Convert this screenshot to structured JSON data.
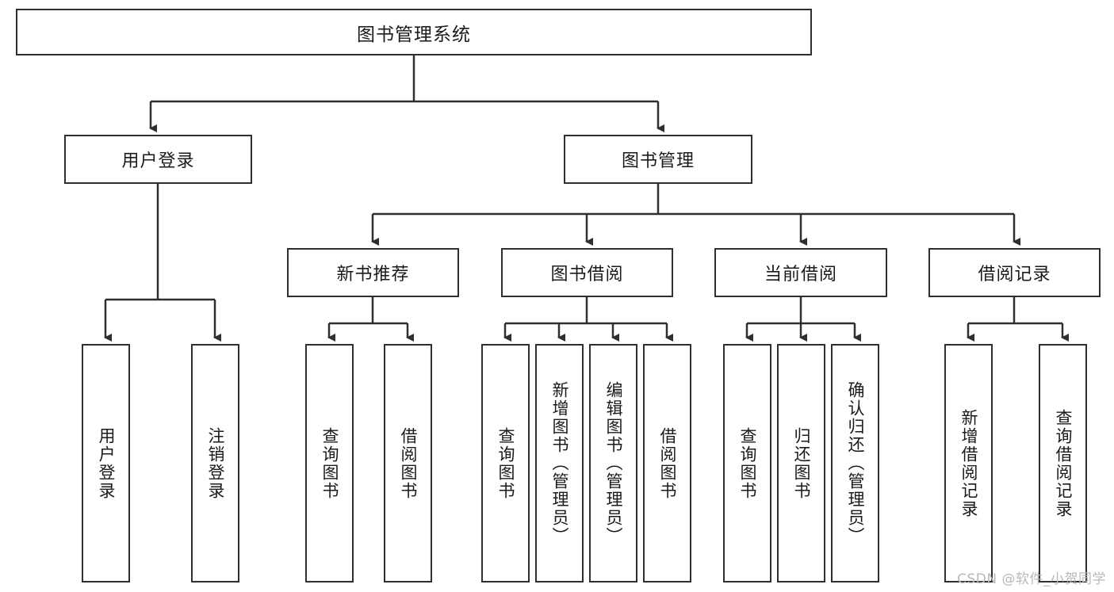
{
  "diagram": {
    "type": "tree",
    "title_node": {
      "id": "root",
      "label": "图书管理系统"
    },
    "level2": [
      {
        "id": "login",
        "label": "用户登录"
      },
      {
        "id": "bookmgmt",
        "label": "图书管理"
      }
    ],
    "level3": [
      {
        "id": "newbook",
        "label": "新书推荐",
        "parent": "bookmgmt"
      },
      {
        "id": "borrow",
        "label": "图书借阅",
        "parent": "bookmgmt"
      },
      {
        "id": "current",
        "label": "当前借阅",
        "parent": "bookmgmt"
      },
      {
        "id": "records",
        "label": "借阅记录",
        "parent": "bookmgmt"
      }
    ],
    "leaves": [
      {
        "id": "leaf-login-1",
        "label": "用户登录",
        "parent": "login"
      },
      {
        "id": "leaf-login-2",
        "label": "注销登录",
        "parent": "login"
      },
      {
        "id": "leaf-newbook-1",
        "label": "查询图书",
        "parent": "newbook"
      },
      {
        "id": "leaf-newbook-2",
        "label": "借阅图书",
        "parent": "newbook"
      },
      {
        "id": "leaf-borrow-1",
        "label": "查询图书",
        "parent": "borrow"
      },
      {
        "id": "leaf-borrow-2",
        "label": "新增图书（管理员）",
        "parent": "borrow"
      },
      {
        "id": "leaf-borrow-3",
        "label": "编辑图书（管理员）",
        "parent": "borrow"
      },
      {
        "id": "leaf-borrow-4",
        "label": "借阅图书",
        "parent": "borrow"
      },
      {
        "id": "leaf-current-1",
        "label": "查询图书",
        "parent": "current"
      },
      {
        "id": "leaf-current-2",
        "label": "归还图书",
        "parent": "current"
      },
      {
        "id": "leaf-current-3",
        "label": "确认归还（管理员）",
        "parent": "current"
      },
      {
        "id": "leaf-records-1",
        "label": "新增借阅记录",
        "parent": "records"
      },
      {
        "id": "leaf-records-2",
        "label": "查询借阅记录",
        "parent": "records"
      }
    ],
    "colors": {
      "stroke": "#2f2f2f",
      "fill": "#ffffff",
      "text": "#1a1a1a",
      "watermark": "#b9b9b9"
    }
  },
  "watermark": {
    "text": "CSDN @软件_小贺同学"
  }
}
